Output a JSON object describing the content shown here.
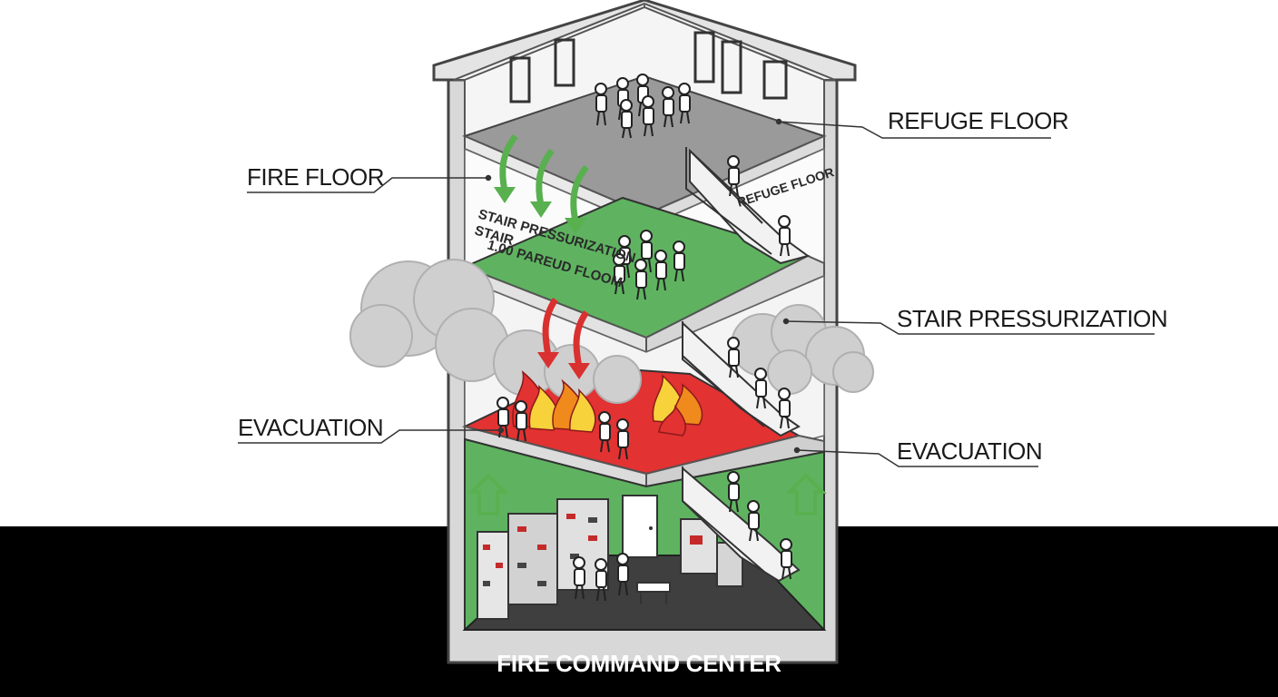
{
  "labels": {
    "refuge_floor": "REFUGE FLOOR",
    "fire_floor": "FIRE FLOOR",
    "stair_pressurization": "STAIR PRESSURIZATION",
    "evacuation_left": "EVACUATION",
    "evacuation_right": "EVACUATION",
    "fire_command_center": "FIRE COMMAND CENTER"
  },
  "in_drawing_text": {
    "stair_wall": "REFUGE FLOOR",
    "floor_line_1": "STAIR PRESSURIZATION",
    "floor_line_2": "STAIR",
    "floor_line_3": "1.00 PAREUD FLOOM"
  },
  "colors": {
    "green_floor": "#5fb360",
    "red_floor": "#e23232",
    "grey_floor": "#9a9a9a",
    "smoke": "#cfcfcf",
    "ground": "#000000",
    "flame_yellow": "#f7d23b",
    "flame_orange": "#f08a1c",
    "arrow_green": "#58b04f",
    "arrow_red": "#d93030"
  }
}
